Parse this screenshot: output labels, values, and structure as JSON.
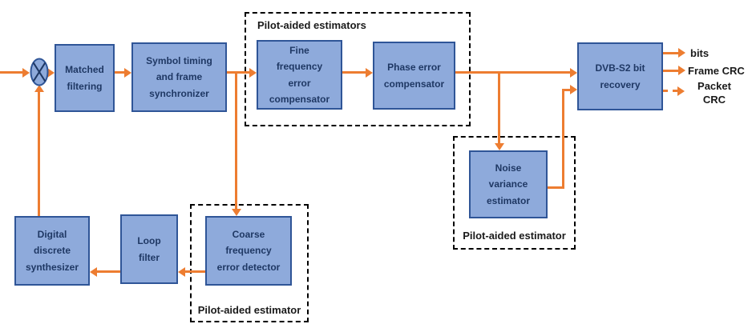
{
  "colors": {
    "block_fill": "#8EAADB",
    "block_border": "#2F5597",
    "block_text": "#1F3864",
    "arrow": "#ED7D31",
    "label_text": "#1A1A1A",
    "group_border": "#000000",
    "background": "#FFFFFF"
  },
  "nodes": {
    "multiplier": {
      "icon": "circled-times"
    },
    "matched_filtering": {
      "lines": [
        "Matched",
        "filtering"
      ]
    },
    "symbol_timing": {
      "lines": [
        "Symbol timing",
        "and frame",
        "synchronizer"
      ]
    },
    "fine_frequency": {
      "lines": [
        "Fine",
        "frequency",
        "error",
        "compensator"
      ]
    },
    "phase_error": {
      "lines": [
        "Phase error",
        "compensator"
      ]
    },
    "dvbs2_recovery": {
      "lines": [
        "DVB-S2 bit",
        "recovery"
      ]
    },
    "noise_variance": {
      "lines": [
        "Noise",
        "variance",
        "estimator"
      ]
    },
    "coarse_frequency": {
      "lines": [
        "Coarse",
        "frequency",
        "error detector"
      ]
    },
    "loop_filter": {
      "lines": [
        "Loop",
        "filter"
      ]
    },
    "digital_synthesizer": {
      "lines": [
        "Digital",
        "discrete",
        "synthesizer"
      ]
    }
  },
  "groups": {
    "top": {
      "label": "Pilot-aided estimators"
    },
    "noise": {
      "label": "Pilot-aided estimator"
    },
    "coarse": {
      "label": "Pilot-aided estimator"
    }
  },
  "outputs": {
    "bits": {
      "label": "bits"
    },
    "frame_crc": {
      "label": "Frame CRC"
    },
    "packet_crc": {
      "lines": [
        "Packet",
        "CRC"
      ]
    }
  }
}
